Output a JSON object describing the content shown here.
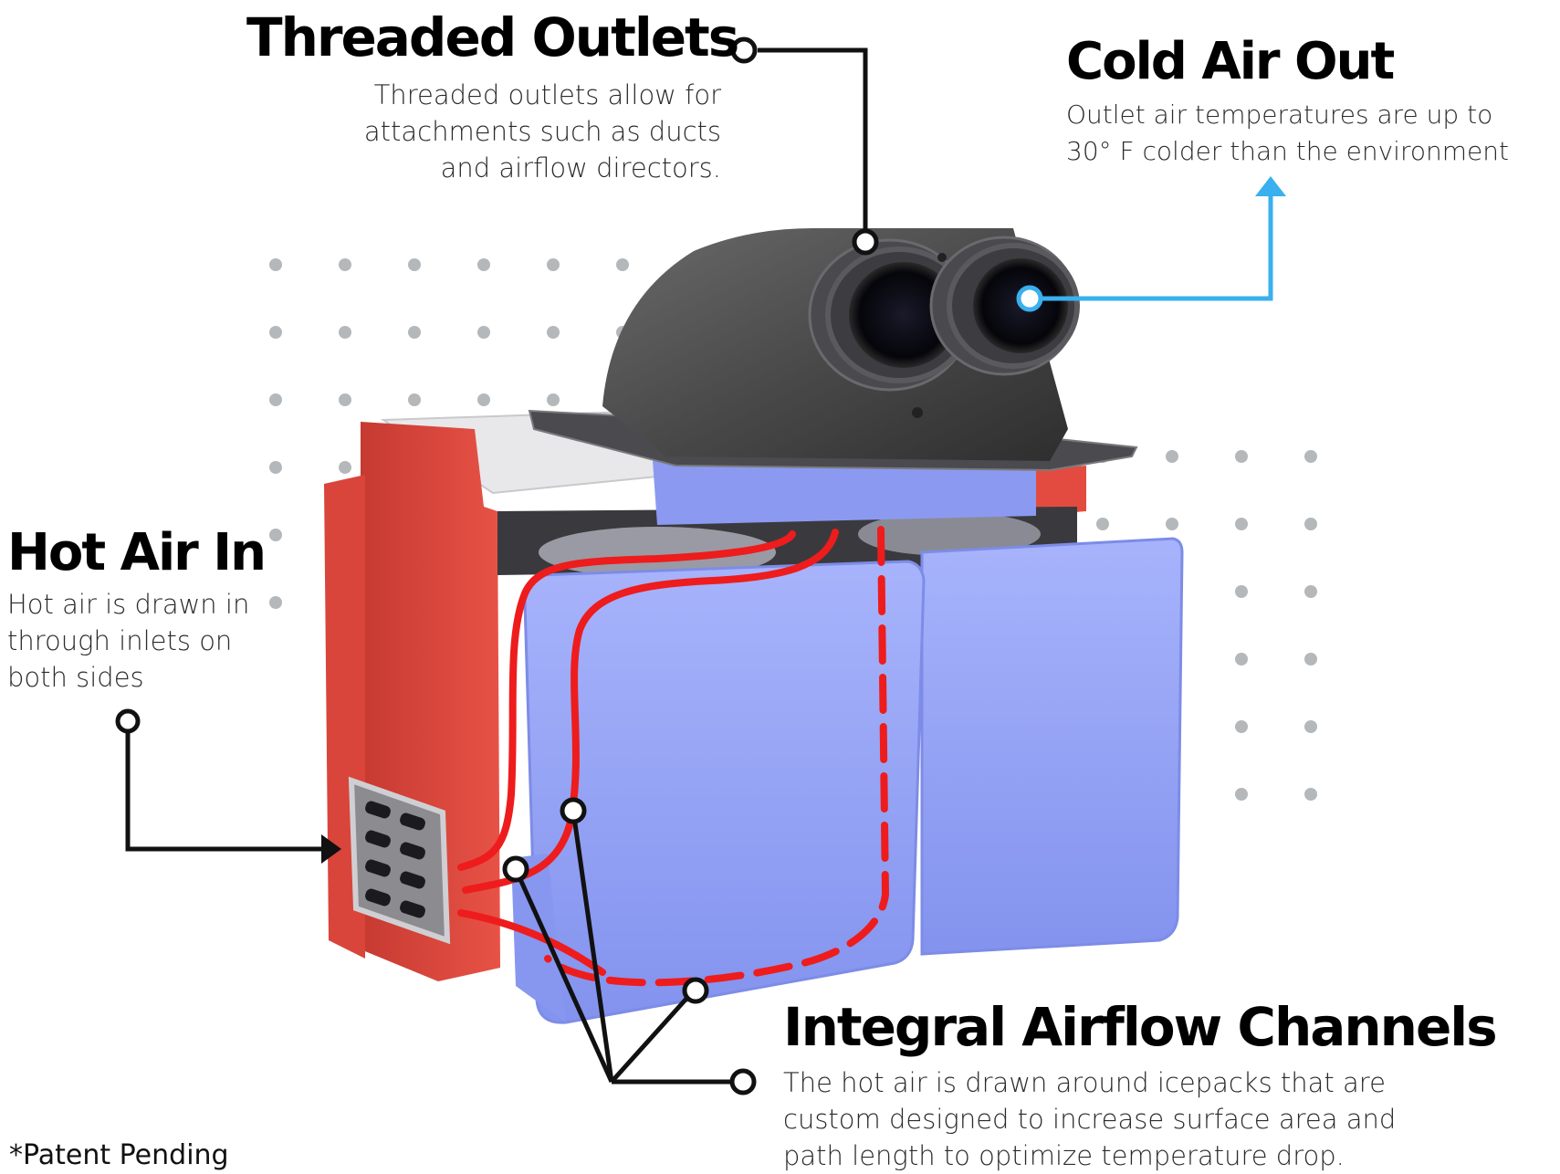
{
  "callouts": {
    "threaded_outlets": {
      "title": "Threaded Outlets",
      "lines": [
        "Threaded outlets allow for",
        "attachments such as ducts",
        "and airflow directors."
      ]
    },
    "cold_air_out": {
      "title": "Cold Air Out",
      "lines": [
        "Outlet air temperatures are up to",
        "30° F colder than the environment"
      ]
    },
    "hot_air_in": {
      "title": "Hot Air In",
      "lines": [
        "Hot air is drawn in",
        "through inlets on",
        "both sides"
      ]
    },
    "integral_airflow_channels": {
      "title": "Integral Airflow Channels",
      "lines": [
        "The hot air is drawn around icepacks that are",
        "custom designed to increase surface area and",
        "path length to optimize temperature drop."
      ]
    }
  },
  "footnote": "*Patent Pending",
  "colors": {
    "cooler_red": "#e0463b",
    "icepack_blue": "#8f9ff4",
    "lid_gray": "#555555",
    "airflow_red": "#ee1c1c",
    "cold_arrow": "#3ab0ee",
    "leader_black": "#111111",
    "dot_gray": "#b4b8bb"
  },
  "icons": {
    "cold_arrow": "arrow-up-icon",
    "hot_arrow": "arrow-right-icon"
  }
}
